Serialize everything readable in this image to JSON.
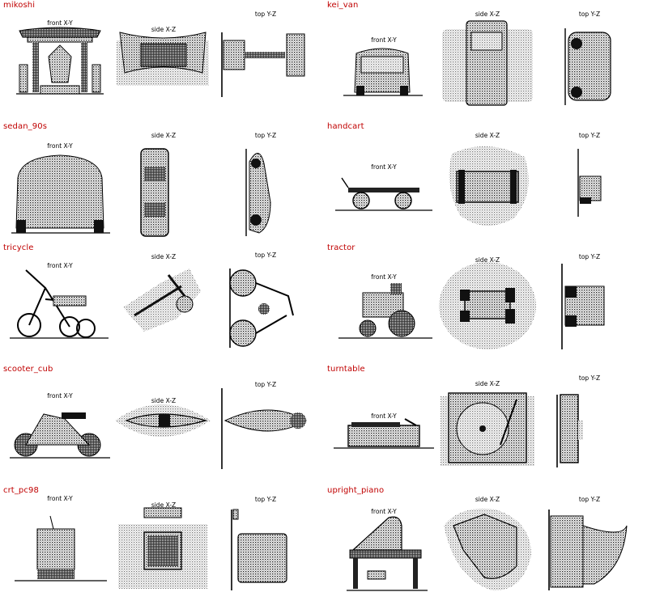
{
  "view_labels": {
    "front": "front X-Y",
    "side": "side X-Z",
    "top": "top Y-Z"
  },
  "objects": [
    {
      "name": "mikoshi"
    },
    {
      "name": "kei_van"
    },
    {
      "name": "sedan_90s"
    },
    {
      "name": "handcart"
    },
    {
      "name": "tricycle"
    },
    {
      "name": "tractor"
    },
    {
      "name": "scooter_cub"
    },
    {
      "name": "turntable"
    },
    {
      "name": "crt_pc98"
    },
    {
      "name": "upright_piano"
    }
  ],
  "colors": {
    "name": "#c00000",
    "ink": "#111111",
    "shade": "#9a9a9a"
  }
}
